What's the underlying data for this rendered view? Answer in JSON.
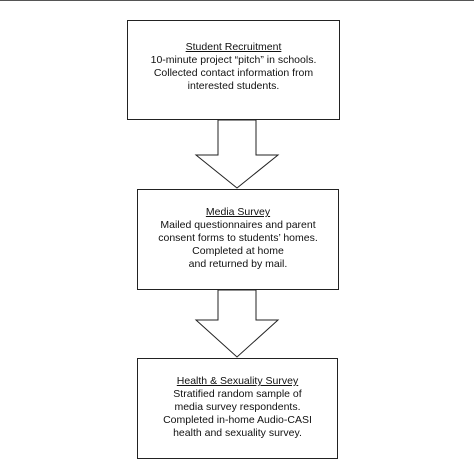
{
  "boxes": [
    {
      "title": "Student Recruitment",
      "lines": [
        "10-minute project “pitch” in schools.",
        "Collected contact information from",
        "interested students."
      ]
    },
    {
      "title": "Media Survey",
      "lines": [
        "Mailed questionnaires and parent",
        "consent forms to students’ homes.",
        "Completed at home",
        "and returned by mail."
      ]
    },
    {
      "title": "Health & Sexuality Survey",
      "lines": [
        "Stratified random sample of",
        "media survey respondents.",
        "Completed in-home Audio-CASI",
        "health and sexuality survey."
      ]
    }
  ],
  "colors": {
    "stroke": "#222222",
    "fill": "#ffffff",
    "text": "#111111"
  }
}
